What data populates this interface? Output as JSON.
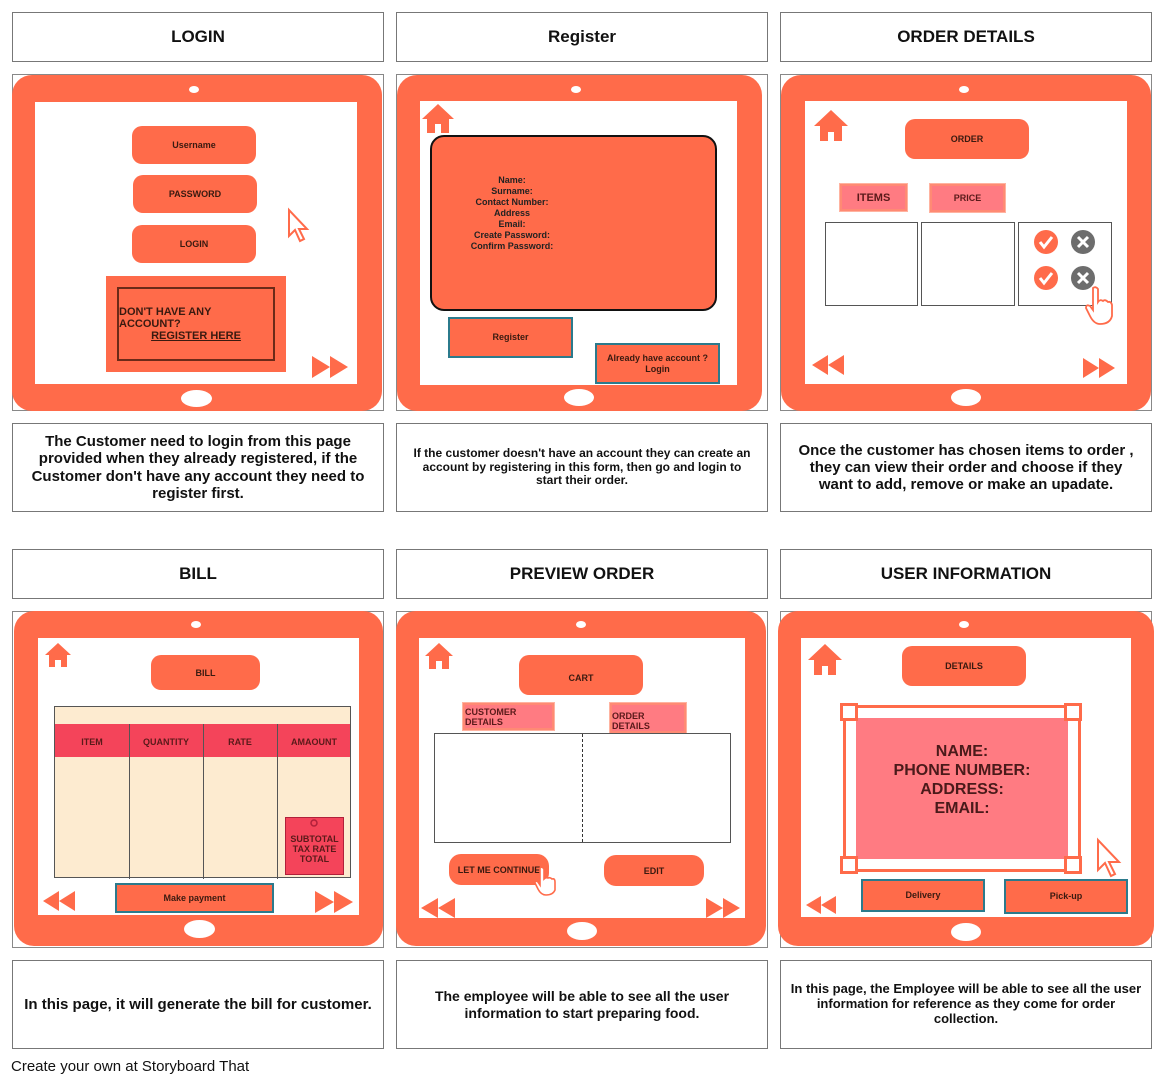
{
  "panels": [
    {
      "title": "LOGIN",
      "description": "The Customer need to login from this page provided when they already registered, if the Customer don't have any account they need to register first."
    },
    {
      "title": "Register",
      "description": "If the customer doesn't have an account they can create an account by registering in this form, then go and login to start their order."
    },
    {
      "title": "ORDER DETAILS",
      "description": "Once the customer has chosen items to order , they can view their order and choose if they want to add, remove or make an upadate."
    },
    {
      "title": "BILL",
      "description": "In this page, it will generate the bill for customer."
    },
    {
      "title": "PREVIEW ORDER",
      "description": "The employee will be able to see all the user information to start preparing food."
    },
    {
      "title": "USER INFORMATION",
      "description": "In this page, the Employee will be able to see all the user information for reference as they come for order collection."
    }
  ],
  "login": {
    "username": "Username",
    "password": "PASSWORD",
    "login": "LOGIN",
    "no_account": "DON'T HAVE ANY ACCOUNT?",
    "register_here": "REGISTER HERE"
  },
  "register": {
    "fields": [
      "Name:",
      "Surname:",
      "Contact Number:",
      "Address",
      "Email:",
      "Create Password:",
      "Confirm Password:"
    ],
    "register_button": "Register",
    "already_line1": "Already have account ?",
    "already_line2": "Login"
  },
  "order": {
    "order_label": "ORDER",
    "items_label": "ITEMS",
    "price_label": "PRICE"
  },
  "bill": {
    "bill_label": "BILL",
    "headers": [
      "ITEM",
      "QUANTITY",
      "RATE",
      "AMAOUNT"
    ],
    "summary": [
      "SUBTOTAL",
      "TAX RATE",
      "TOTAL"
    ],
    "pay_button": "Make payment"
  },
  "preview": {
    "cart": "CART",
    "customer_details": "CUSTOMER DETAILS",
    "order_details": "ORDER DETAILS",
    "continue_button": "LET ME CONTINUE",
    "edit_button": "EDIT"
  },
  "userinfo": {
    "details": "DETAILS",
    "fields": [
      "NAME:",
      "PHONE NUMBER:",
      "ADDRESS:",
      "EMAIL:"
    ],
    "delivery": "Delivery",
    "pickup": "Pick-up"
  },
  "footer": "Create your own at Storyboard That",
  "colors": {
    "accent": "#ff6b4a",
    "tag": "#ff7b82",
    "bill_bg": "#fdebd0",
    "bill_header": "#f4445a",
    "teal_border": "#2b7a8c"
  }
}
